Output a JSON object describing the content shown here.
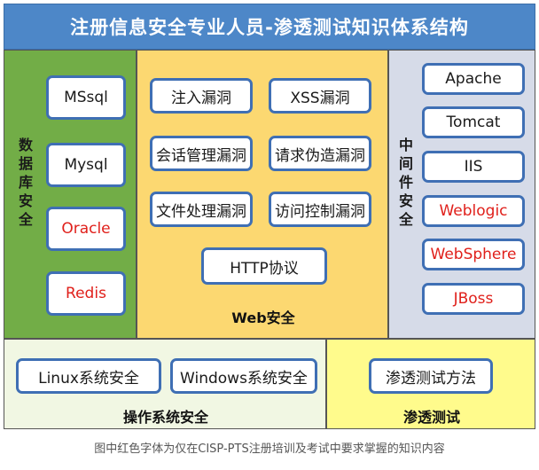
{
  "title": "注册信息安全专业人员-渗透测试知识体系结构",
  "database": {
    "label": "数据库安全",
    "items": [
      {
        "label": "MSsql",
        "required": false
      },
      {
        "label": "Mysql",
        "required": false
      },
      {
        "label": "Oracle",
        "required": true
      },
      {
        "label": "Redis",
        "required": true
      }
    ]
  },
  "web": {
    "label": "Web安全",
    "items": [
      {
        "label": "注入漏洞",
        "required": false
      },
      {
        "label": "XSS漏洞",
        "required": false
      },
      {
        "label": "会话管理漏洞",
        "required": false
      },
      {
        "label": "请求伪造漏洞",
        "required": false
      },
      {
        "label": "文件处理漏洞",
        "required": false
      },
      {
        "label": "访问控制漏洞",
        "required": false
      },
      {
        "label": "HTTP协议",
        "required": false
      }
    ]
  },
  "middleware": {
    "label": "中间件安全",
    "items": [
      {
        "label": "Apache",
        "required": false
      },
      {
        "label": "Tomcat",
        "required": false
      },
      {
        "label": "IIS",
        "required": false
      },
      {
        "label": "Weblogic",
        "required": true
      },
      {
        "label": "WebSphere",
        "required": true
      },
      {
        "label": "JBoss",
        "required": true
      }
    ]
  },
  "os": {
    "label": "操作系统安全",
    "items": [
      {
        "label": "Linux系统安全",
        "required": false
      },
      {
        "label": "Windows系统安全",
        "required": false
      }
    ]
  },
  "pentest": {
    "label": "渗透测试",
    "items": [
      {
        "label": "渗透测试方法",
        "required": false
      }
    ]
  },
  "caption": "图中红色字体为仅在CISP-PTS注册培训及考试中要求掌握的知识内容",
  "colors": {
    "title_bg": "#4d87c8",
    "database_bg": "#72ad47",
    "web_bg": "#fcd871",
    "middleware_bg": "#d6dbe8",
    "os_bg": "#f1f7e3",
    "pentest_bg": "#fffb8c",
    "box_border": "#3f6fb4",
    "required_text": "#e0201b"
  }
}
